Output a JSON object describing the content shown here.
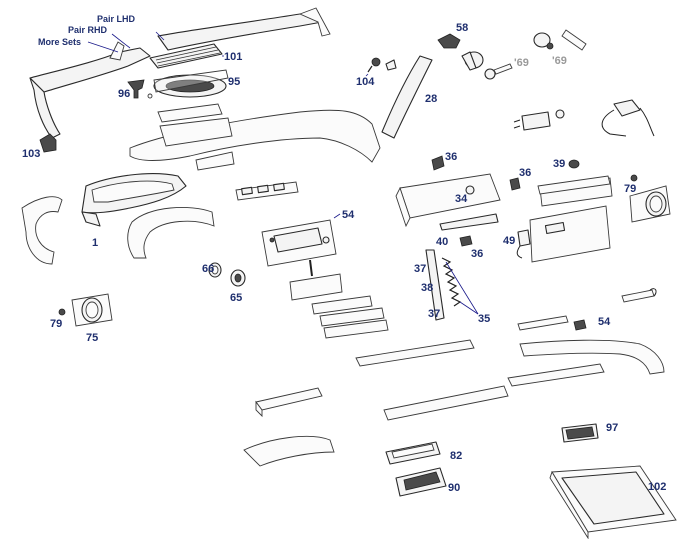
{
  "notes": {
    "pair_lhd": "Pair LHD",
    "pair_rhd": "Pair RHD",
    "more_sets": "More Sets"
  },
  "callouts": {
    "c1": "1",
    "c28": "28",
    "c34": "34",
    "c35": "35",
    "c36a": "36",
    "c36b": "36",
    "c36c": "36",
    "c37a": "37",
    "c37b": "37",
    "c38": "38",
    "c39": "39",
    "c40": "40",
    "c49": "49",
    "c54a": "54",
    "c54b": "54",
    "c58": "58",
    "c65": "65",
    "c66": "66",
    "c69a": "'69",
    "c69b": "'69",
    "c75": "75",
    "c79a": "79",
    "c79b": "79",
    "c82": "82",
    "c90": "90",
    "c95": "95",
    "c96": "96",
    "c97": "97",
    "c101": "101",
    "c102": "102",
    "c103": "103",
    "c104": "104"
  }
}
